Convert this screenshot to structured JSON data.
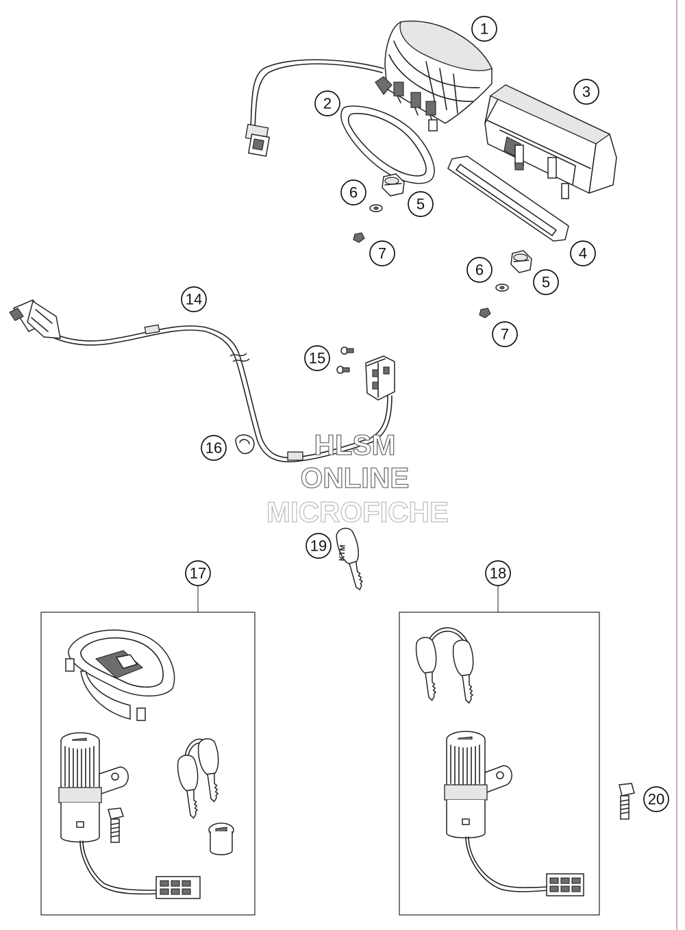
{
  "watermark": {
    "line1": "HLSM",
    "line2": "ONLINE",
    "line3": "MICROFICHE"
  },
  "callouts": [
    {
      "id": "c1",
      "label": "1"
    },
    {
      "id": "c2",
      "label": "2"
    },
    {
      "id": "c3",
      "label": "3"
    },
    {
      "id": "c4",
      "label": "4"
    },
    {
      "id": "c5a",
      "label": "5"
    },
    {
      "id": "c6a",
      "label": "6"
    },
    {
      "id": "c7a",
      "label": "7"
    },
    {
      "id": "c5b",
      "label": "5"
    },
    {
      "id": "c6b",
      "label": "6"
    },
    {
      "id": "c7b",
      "label": "7"
    },
    {
      "id": "c14",
      "label": "14"
    },
    {
      "id": "c15",
      "label": "15"
    },
    {
      "id": "c16",
      "label": "16"
    },
    {
      "id": "c17",
      "label": "17"
    },
    {
      "id": "c18",
      "label": "18"
    },
    {
      "id": "c19",
      "label": "19"
    },
    {
      "id": "c20",
      "label": "20"
    }
  ],
  "key_logo": "KTM",
  "colors": {
    "line": "#222222",
    "shade": "#6d6d6d",
    "background": "#ffffff",
    "border": "#8a8a8a"
  }
}
